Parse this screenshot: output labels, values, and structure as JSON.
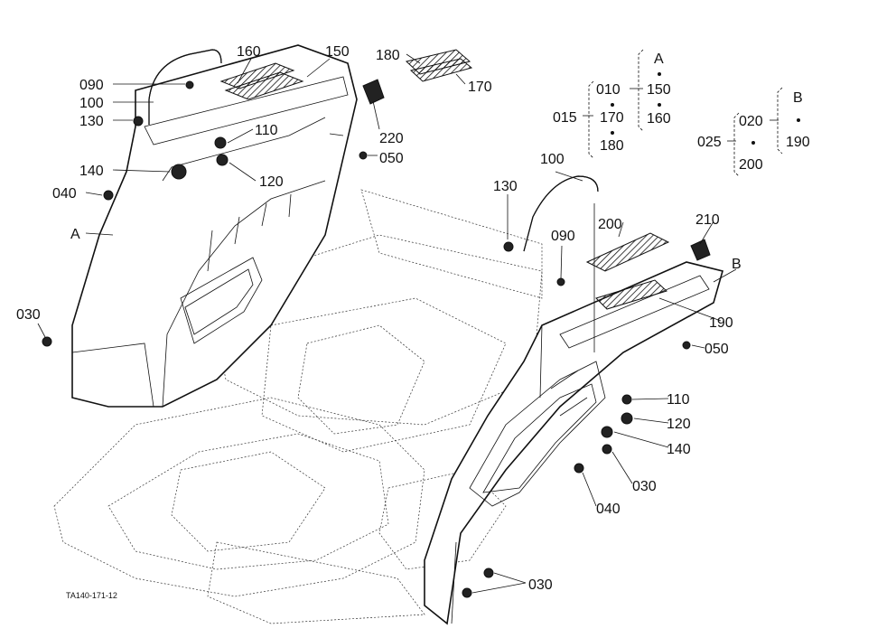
{
  "diagram": {
    "footer_code": "TA140-171-12",
    "callouts": {
      "c090_left": "090",
      "c100_left": "100",
      "c130_left": "130",
      "c160": "160",
      "c150": "150",
      "c110_left": "110",
      "c120_left": "120",
      "c140_left": "140",
      "c040_left": "040",
      "cA_left": "A",
      "c030_left": "030",
      "c050_left": "050",
      "c220": "220",
      "c180": "180",
      "c170": "170",
      "c100_right": "100",
      "c130_right": "130",
      "c090_right": "090",
      "c200": "200",
      "c210": "210",
      "cB_right": "B",
      "c190": "190",
      "c050_right": "050",
      "c110_right": "110",
      "c120_right": "120",
      "c140_right": "140",
      "c030_mid": "030",
      "c040_right": "040",
      "c030_bottom": "030"
    },
    "legend_A": {
      "head": "A",
      "group": "015",
      "items": [
        "010",
        "170",
        "180"
      ],
      "sub": [
        "150",
        "160"
      ]
    },
    "legend_B": {
      "head": "B",
      "group": "025",
      "items": [
        "020",
        "200"
      ],
      "sub": [
        "190"
      ]
    }
  }
}
